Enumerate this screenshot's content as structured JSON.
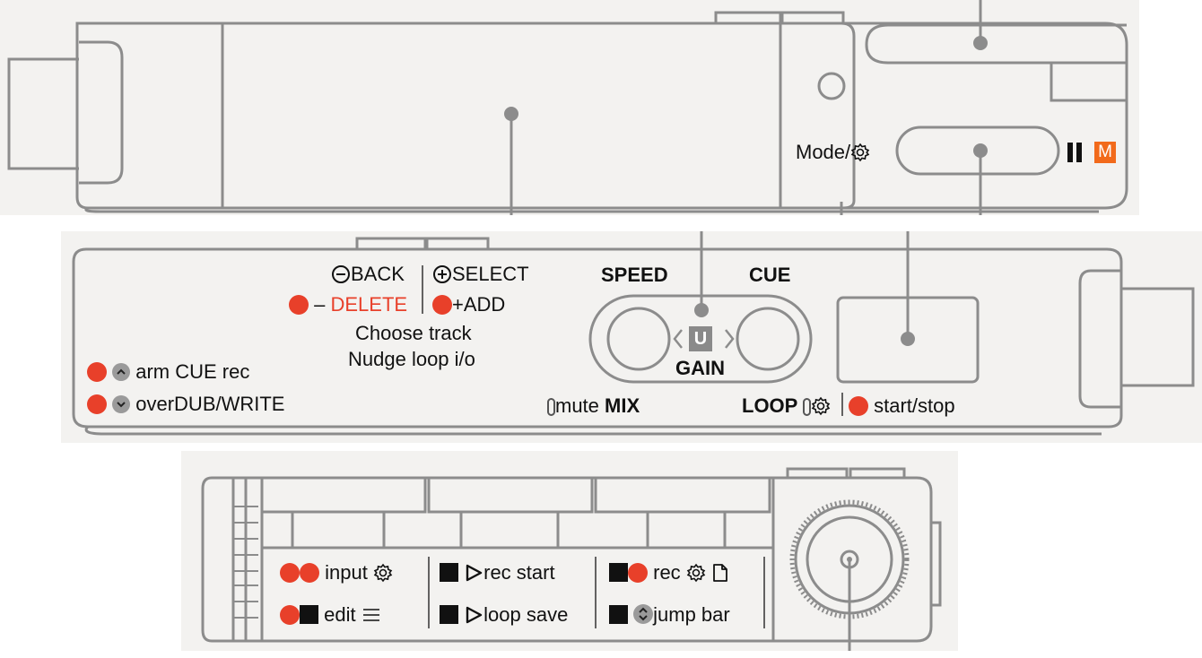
{
  "panel_top": {
    "mode_label": "Mode/",
    "mode_icon": "gear-icon",
    "pause_icon": "pause-icon",
    "m_badge": "M",
    "m_badge_color": "#f26a1b"
  },
  "panel_front": {
    "back_label": "BACK",
    "select_label": "SELECT",
    "delete_prefix": "–",
    "delete_label": "DELETE",
    "add_prefix": "+",
    "add_label": "ADD",
    "choose_track": "Choose track",
    "nudge_loop": "Nudge loop i/o",
    "speed_label": "SPEED",
    "cue_label": "CUE",
    "u_badge": "U",
    "gain_label": "GAIN",
    "arm_cue_rec": "arm CUE rec",
    "overdub_write": "overDUB/WRITE",
    "mute_label": "mute",
    "mix_label": "MIX",
    "loop_label": "LOOP",
    "start_stop": "start/stop"
  },
  "panel_side": {
    "input_label": "input",
    "edit_label": "edit",
    "rec_start": "rec start",
    "loop_save": "loop save",
    "rec_label": "rec",
    "jump_bar": "jump bar"
  },
  "colors": {
    "red": "#e8402a",
    "orange": "#f26a1b",
    "outline": "#8c8c8c",
    "panel_bg": "#f3f2f0"
  }
}
